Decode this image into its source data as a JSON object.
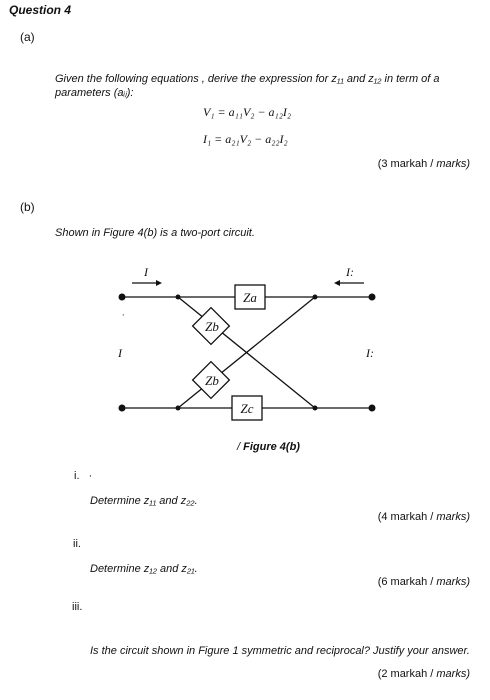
{
  "question_title": "Question 4",
  "part_a": {
    "label": "(a)",
    "text_line1": "Given the following equations , derive the expression for z₁₁ and z₁₂ in term of a",
    "text_line2": "parameters (aᵢⱼ):",
    "equation1": "V₁ = a₁₁V₂ − a₁₂I₂",
    "equation2": "I₁ = a₂₁V₂ − a₂₂I₂",
    "marks_malay": "(3 markah /",
    "marks_english": "marks)"
  },
  "part_b": {
    "label": "(b)",
    "intro": "Shown in Figure 4(b) is a two-port circuit.",
    "circuit": {
      "label_i1": "I",
      "label_i2": "I:",
      "label_v1": "I",
      "label_v2": "I:",
      "left_mark": "·",
      "za": "Za",
      "zb_top": "Zb",
      "zb_bottom": "Zb",
      "zc": "Zc"
    },
    "caption_prefix": "/ ",
    "caption_bold": "Figure 4(b)",
    "items": [
      {
        "numeral": "i.",
        "numeral_trail": "·",
        "text": "Determine z₁₁ and z₂₂.",
        "marks_malay": "(4 markah /",
        "marks_english": "marks)"
      },
      {
        "numeral": "ii.",
        "text": "Determine z₁₂ and z₂₁.",
        "marks_malay": "(6 markah /",
        "marks_english": "marks)"
      },
      {
        "numeral": "iii.",
        "text": "Is the circuit shown in Figure 1 symmetric and reciprocal? Justify your answer.",
        "marks_malay": "(2 markah /",
        "marks_english": "marks)"
      }
    ]
  }
}
